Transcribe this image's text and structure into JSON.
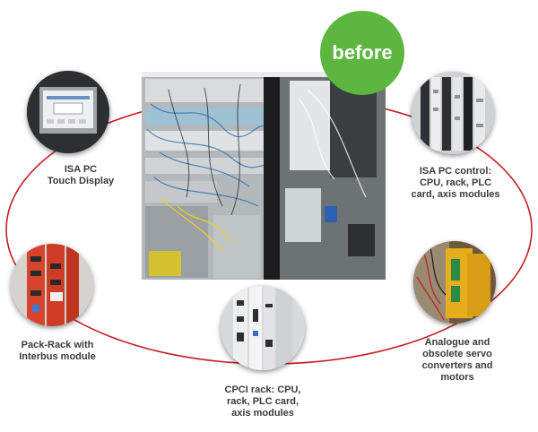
{
  "badge": {
    "label": "before",
    "color": "#5cb640"
  },
  "ring_color": "#c41e24",
  "labels": {
    "isa_pc_touch_display": "ISA PC\nTouch Display",
    "isa_pc_control": "ISA PC control:\nCPU, rack, PLC\ncard, axis modules",
    "pack_rack": "Pack-Rack with\nInterbus module",
    "analogue_servo": "Analogue and\nobsolete servo\nconverters and\nmotors",
    "cpci_rack": "CPCI rack: CPU,\nrack, PLC card,\naxis modules"
  }
}
